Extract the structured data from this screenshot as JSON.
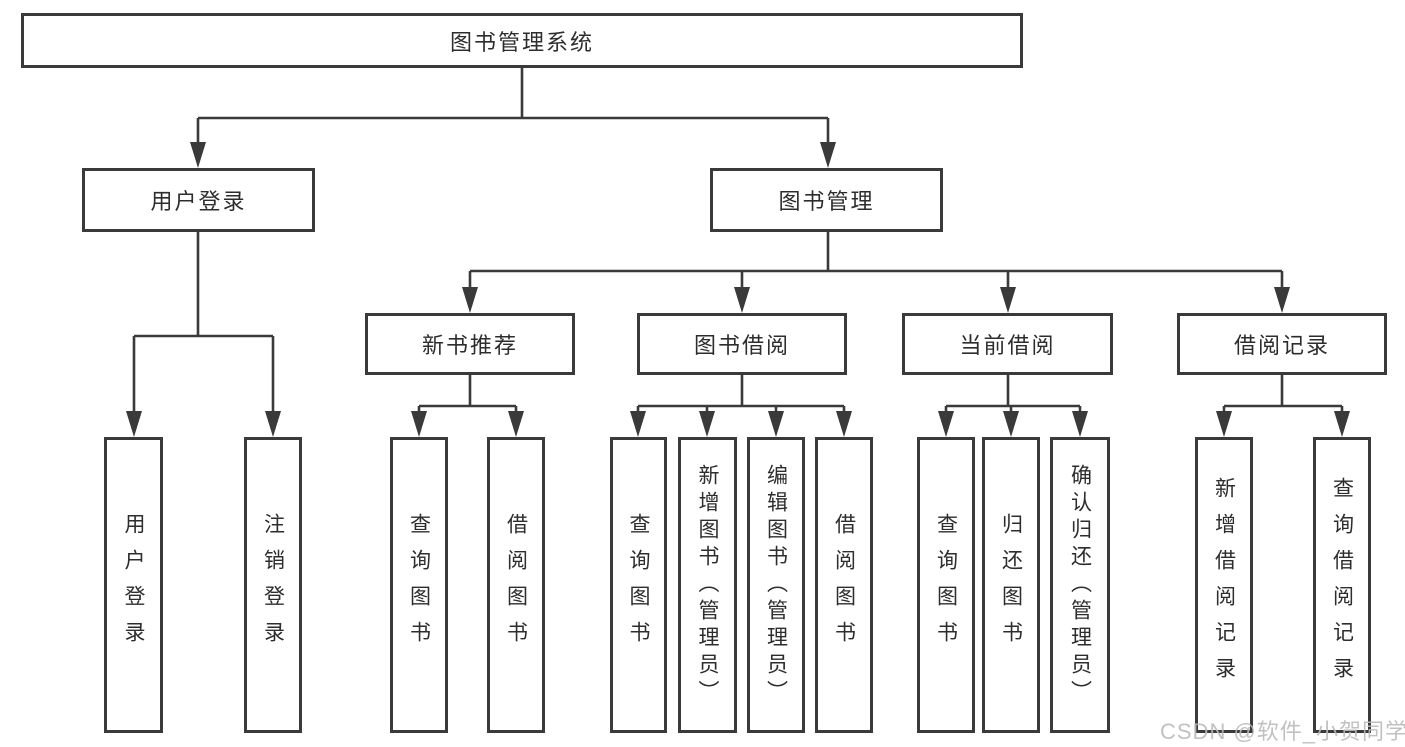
{
  "colors": {
    "line": "#3a3a3a",
    "text": "#2d2d2d",
    "watermark": "#bababa",
    "background": "#ffffff"
  },
  "watermark": "CSDN @软件_小贺同学",
  "tree": {
    "root": "图书管理系统",
    "level2": [
      "用户登录",
      "图书管理"
    ],
    "level3": [
      "新书推荐",
      "图书借阅",
      "当前借阅",
      "借阅记录"
    ],
    "leaves": {
      "user_login": [
        "用户登录",
        "注销登录"
      ],
      "new_book_recommend": [
        "查询图书",
        "借阅图书"
      ],
      "book_borrow": [
        "查询图书",
        "新增图书（管理员）",
        "编辑图书（管理员）",
        "借阅图书"
      ],
      "current_borrow": [
        "查询图书",
        "归还图书",
        "确认归还（管理员）"
      ],
      "borrow_record": [
        "新增借阅记录",
        "查询借阅记录"
      ]
    }
  }
}
